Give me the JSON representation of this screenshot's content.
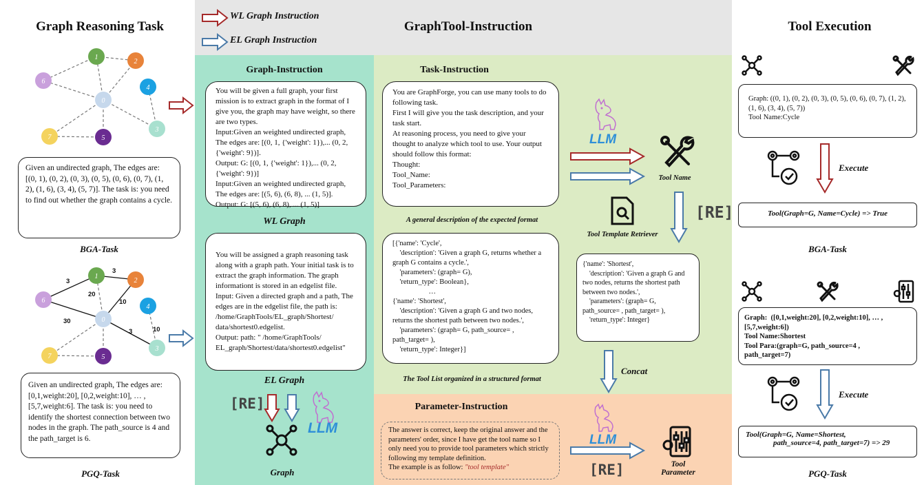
{
  "legend": {
    "wl_label": "WL Graph Instruction",
    "el_label": "EL Graph Instruction",
    "wl_color": "#a52a2a",
    "el_color": "#4a7aa8"
  },
  "colors": {
    "header_bg": "#e6e6e6",
    "graph_instruction_bg": "#a6e3cc",
    "task_instruction_bg": "#dcebc4",
    "parameter_instruction_bg": "#fbd3b3"
  },
  "left": {
    "title": "Graph Reasoning Task",
    "bga_text": "Given an undirected graph, The edges are: [(0, 1), (0, 2), (0, 3), (0, 5), (0, 6), (0, 7), (1, 2), (1, 6), (3, 4), (5, 7)]. The task is: you need to find out whether the graph contains a cycle.",
    "bga_caption": "BGA-Task",
    "pgq_text": "Given an undirected graph, The edges are: [0,1,weight:20], [0,2,weight:10], … , [5,7,weight:6]. The task is: you need to identify the shortest connection between two nodes in the graph. The path_source is 4 and the path_target is 6.",
    "pgq_caption": "PGQ-Task",
    "graph1": {
      "nodes": [
        "0",
        "1",
        "2",
        "3",
        "4",
        "5",
        "6",
        "7"
      ],
      "edges": [
        [
          "0",
          "1"
        ],
        [
          "0",
          "2"
        ],
        [
          "0",
          "3"
        ],
        [
          "0",
          "5"
        ],
        [
          "0",
          "6"
        ],
        [
          "0",
          "7"
        ],
        [
          "1",
          "2"
        ],
        [
          "1",
          "6"
        ],
        [
          "3",
          "4"
        ],
        [
          "5",
          "7"
        ]
      ]
    },
    "graph2": {
      "nodes": [
        "0",
        "1",
        "2",
        "3",
        "4",
        "5",
        "6",
        "7"
      ],
      "edge_labels": [
        "3",
        "3",
        "20",
        "10",
        "30",
        "3",
        "10"
      ]
    }
  },
  "header": {
    "title": "GraphTool-Instruction"
  },
  "graph_instruction": {
    "title": "Graph-Instruction",
    "wl_text": "You will be given a full graph, your first mission is to extract graph in the format of I give you, the graph may have weight, so there are two types.\nInput:Given an weighted undirected graph, The edges are: [(0, 1, {'weight': 1}),... (0, 2, {'weight': 9})].\nOutput: G: [(0, 1, {'weight': 1}),... (0, 2, {'weight': 9})]\nInput:Given an weighted undirected graph, The edges are: [(5, 6), (6, 8), ... (1, 5)].\nOutput: G: [(5, 6), (6, 8), ... (1, 5)]",
    "wl_caption": "WL Graph",
    "el_text": "You will be assigned a graph reasoning task along with a graph path. Your initial task is to extract the graph information. The graph informationt is stored in an edgelist file.\nInput: Given a directed graph and a path, The edges are in the edgelist file, the path is: /home/GraphTools/EL_graph/Shortest/ data/shortest0.edgelist.\nOutput: path: \" /home/GraphTools/ EL_graph/Shortest/data/shortest0.edgelist\"",
    "el_caption": "EL Graph",
    "re_label": "[RE]",
    "llm_label": "LLM",
    "graph_label": "Graph"
  },
  "task_instruction": {
    "title": "Task-Instruction",
    "format_text": "You are GraphForge, you can use many tools to do following task.\nFirst I will give you the task description, and your task start.\nAt reasoning process, you need to give your thought to analyze which tool to use. Your output should follow this format:\nThought:\nTool_Name:\nTool_Parameters:",
    "format_caption": "A general description of  the expected format",
    "tools_text": "[{'name': 'Cycle',\n    'description': 'Given a graph G, returns whether a graph G contains a cycle.',\n    'parameters': (graph= G),\n    'return_type': Boolean},\n                    …\n{'name': 'Shortest',\n    'description': 'Given a graph G and two nodes, returns the shortest path between two nodes.',\n    'parameters': (graph= G, path_source= , path_target= ),\n    'return_type': Integer}]",
    "tools_caption": "The Tool List organized in a structured format",
    "llm_label": "LLM",
    "tool_name_label": "Tool Name",
    "retriever_label": "Tool Template Retriever",
    "re_label": "[RE]",
    "template_text": "{'name': 'Shortest',\n    'description': 'Given a graph G and two nodes, returns the shortest path between two nodes.',\n    'parameters': (graph= G, path_source= , path_target= ),\n    'return_type': Integer}",
    "concat_label": "Concat"
  },
  "parameter_instruction": {
    "title": "Parameter-Instruction",
    "text": "The answer is correct, keep the original answer and the parameters' order, since I have get the tool name so I only need you to provide tool parameters which strictly following my template definition.",
    "example_prefix": "The example is as follow: ",
    "example_value": "\"tool template\"",
    "llm_label": "LLM",
    "re_label": "[RE]",
    "tool_parameter_label": "Tool\nParameter"
  },
  "right": {
    "title": "Tool Execution",
    "bga_input": "Graph: ((0, 1), (0, 2), (0, 3), (0, 5), (0, 6), (0, 7), (1, 2), (1, 6), (3, 4), (5, 7))\nTool Name:Cycle",
    "execute_label": "Execute",
    "bga_result_tool": "Tool",
    "bga_result_rest": "(Graph=G, Name=Cycle) => True",
    "bga_caption": "BGA-Task",
    "pgq_input": "Graph:  ([0,1,weight:20], [0,2,weight:10], … ,\n[5,7,weight:6])\nTool Name:Shortest\nTool Para:(graph=G, path_source=4 ,\npath_target=7)",
    "pgq_result_line1": "Tool(Graph=G, Name=Shortest,",
    "pgq_result_line2": "path_source=4, path_target=7) => 29",
    "pgq_caption": "PGQ-Task"
  }
}
